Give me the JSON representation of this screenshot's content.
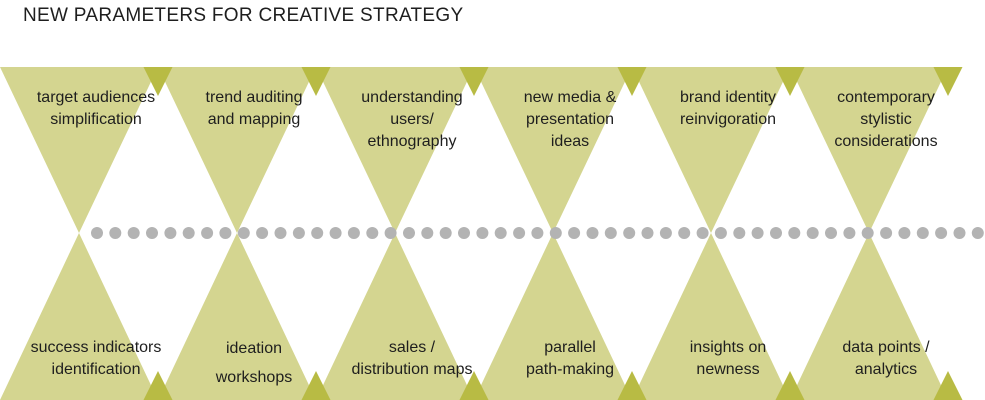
{
  "title": "NEW PARAMETERS FOR CREATIVE STRATEGY",
  "colors": {
    "triangle": "#d4d590",
    "triangle_dark": "#b8bb44",
    "dot": "#b3b3b3",
    "text": "#1e1e1e"
  },
  "top_items": [
    "target audiences\nsimplification",
    "trend auditing\nand mapping",
    "understanding\nusers/\nethnography",
    "new media &\npresentation\nideas",
    "brand identity\nreinvigoration",
    "contemporary\nstylistic\nconsiderations"
  ],
  "bottom_items": [
    "success indicators\nidentification",
    "ideation\nworkshops",
    "sales /\ndistribution maps",
    "parallel\npath-making",
    "insights on\nnewness",
    "data points /\nanalytics"
  ]
}
